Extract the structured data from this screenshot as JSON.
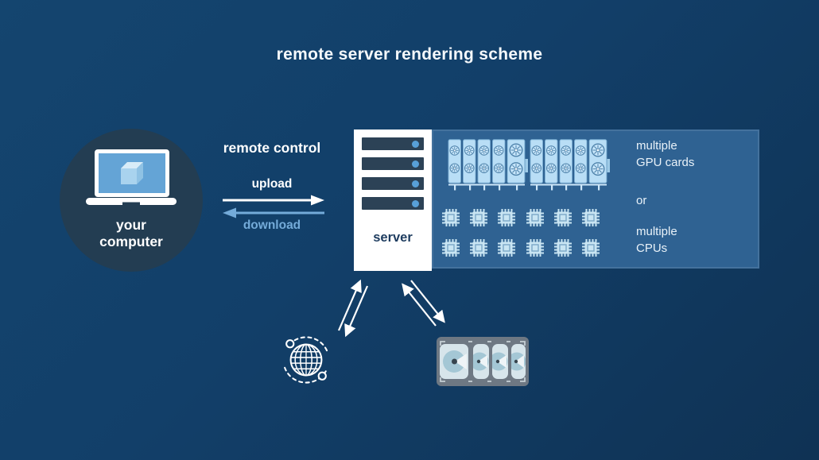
{
  "title": "remote server rendering scheme",
  "client": {
    "label": "your\ncomputer"
  },
  "connection": {
    "label": "remote control",
    "upload_label": "upload",
    "download_label": "download"
  },
  "server": {
    "label": "server",
    "rack_unit_count": 4
  },
  "hardware_panel": {
    "gpu_label": "multiple\nGPU cards",
    "or_label": "or",
    "cpu_label": "multiple\nCPUs",
    "gpu_group_count": 2,
    "gpu_cards_per_group": 5,
    "cpu_rows": 2,
    "cpu_columns": 6
  },
  "peripherals": {
    "hdd_count": 4
  },
  "colors": {
    "background_top": "#14456f",
    "background_bottom": "#0f3254",
    "client_circle": "#233d52",
    "laptop_screen": "#64a4d6",
    "panel": "#2f6292",
    "accent_download": "#74abd9",
    "server_bar": "#2c4256",
    "server_led": "#58a0d8",
    "device_fill": "#b9def6",
    "cpu_fill": "#c9e5f3",
    "hdd_casing": "#6e7883"
  }
}
